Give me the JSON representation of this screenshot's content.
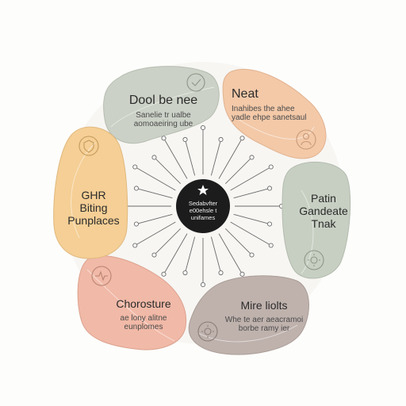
{
  "hub": {
    "label_line1": "Sedabvfter",
    "label_line2": "e00ehsle t",
    "label_line3": "unifames"
  },
  "segments": [
    {
      "title": "Dool be nee",
      "subtitle_line1": "Sanelie tr ualbe",
      "subtitle_line2": "aomoaeiring ube",
      "color": "#cbd1c6",
      "icon": "check-badge-icon"
    },
    {
      "title": "Neat",
      "subtitle_line1": "Inahibes the ahee",
      "subtitle_line2": "yadle ehpe sanetsaul",
      "color": "#f3c9a8",
      "icon": "person-icon"
    },
    {
      "title": "Patin",
      "subtitle_line1": "Gandeate",
      "subtitle_line2": "Tnak",
      "color": "#c7cfc2",
      "icon": "gear-icon"
    },
    {
      "title": "Mire liolts",
      "subtitle_line1": "Whe te aer aeacramoi",
      "subtitle_line2": "borbe ramy ier",
      "color": "#bfb2ad",
      "icon": "gear-icon"
    },
    {
      "title": "Chorosture",
      "subtitle_line1": "ae lony alitne",
      "subtitle_line2": "eunplomes",
      "color": "#f1b9a7",
      "icon": "pulse-icon"
    },
    {
      "title": "GHR",
      "subtitle_line1": "Biting",
      "subtitle_line2": "Punplaces",
      "color": "#f5cf95",
      "icon": "shield-icon"
    }
  ]
}
